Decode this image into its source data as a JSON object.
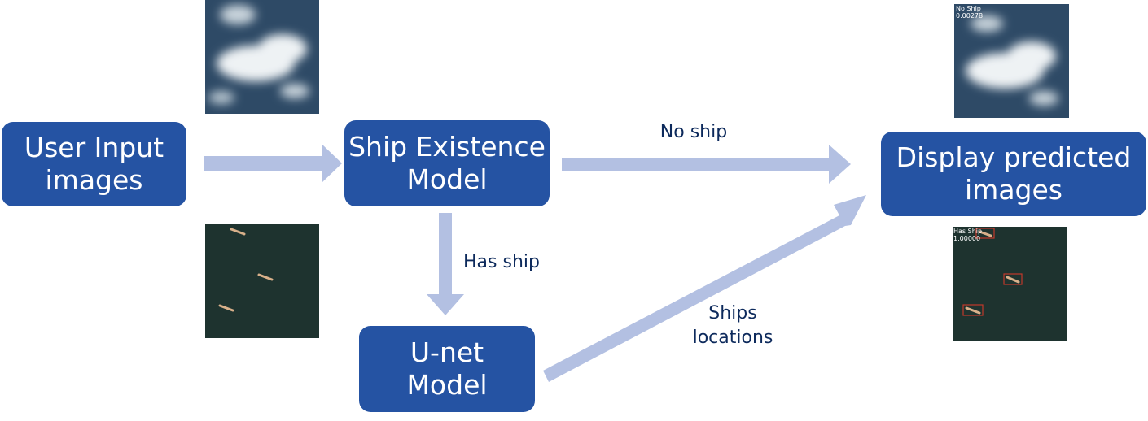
{
  "nodes": {
    "user_input": "User Input\nimages",
    "ship_existence": "Ship Existence\nModel",
    "unet": "U-net\nModel",
    "display": "Display predicted\nimages"
  },
  "edge_labels": {
    "no_ship": "No ship",
    "has_ship": "Has ship",
    "ships_locations": "Ships\nlocations"
  },
  "thumbnails": {
    "output_cloud_overlay": "No Ship\n0.00278",
    "output_ships_overlay": "Has Ship\n1.00000"
  },
  "colors": {
    "node_fill": "#2553a3",
    "arrow": "#b3c0e2",
    "label_text": "#0d2a5c",
    "detection_box": "#c0392b"
  }
}
